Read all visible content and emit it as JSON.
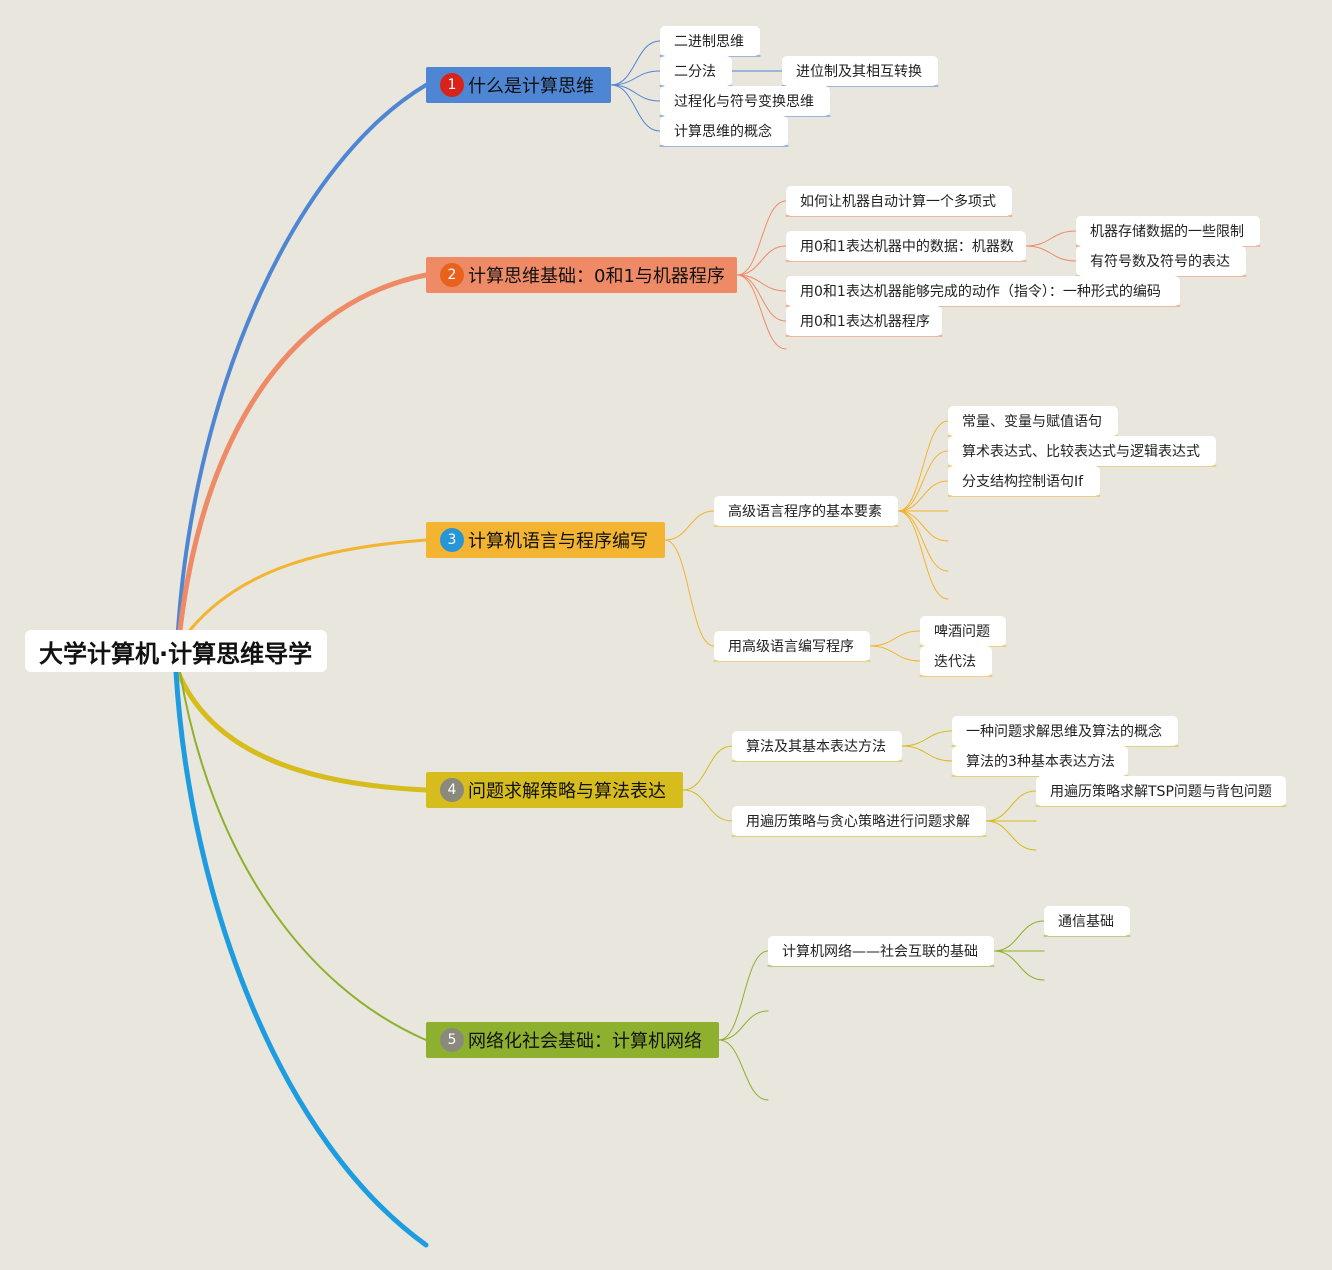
{
  "root": {
    "label": "大学计算机·计算思维导学"
  },
  "branches": [
    {
      "label": "什么是计算思维",
      "badge": "1",
      "color": "#4f86d3",
      "badge_color": "#d9231a",
      "children": [
        {
          "label": "二进制思维"
        },
        {
          "label": "二分法",
          "children": [
            {
              "label": "进位制及其相互转换"
            }
          ]
        },
        {
          "label": "过程化与符号变换思维"
        },
        {
          "label": "计算思维的概念"
        }
      ]
    },
    {
      "label": "计算思维基础：0和1与机器程序",
      "badge": "2",
      "color": "#ef8a66",
      "badge_color": "#e8621e",
      "children": [
        {
          "label": "如何让机器自动计算一个多项式"
        },
        {
          "label": "用0和1表达机器中的数据：机器数",
          "children": [
            {
              "label": "机器存储数据的一些限制"
            },
            {
              "label": "有符号数及符号的表达"
            }
          ]
        },
        {
          "label": "用0和1表达机器能够完成的动作（指令）：一种形式的编码"
        },
        {
          "label": "用0和1表达机器程序"
        }
      ]
    },
    {
      "label": "计算机语言与程序编写",
      "badge": "3",
      "color": "#f2b431",
      "badge_color": "#2796d6",
      "children": [
        {
          "label": "高级语言程序的基本要素",
          "children": [
            {
              "label": "常量、变量与赋值语句"
            },
            {
              "label": "算术表达式、比较表达式与逻辑表达式"
            },
            {
              "label": "分支结构控制语句If"
            }
          ]
        },
        {
          "label": "用高级语言编写程序",
          "children": [
            {
              "label": "啤酒问题"
            },
            {
              "label": "迭代法"
            }
          ]
        }
      ]
    },
    {
      "label": "问题求解策略与算法表达",
      "badge": "4",
      "color": "#d6bc1c",
      "badge_color": "#8a8a7c",
      "children": [
        {
          "label": "算法及其基本表达方法",
          "children": [
            {
              "label": "一种问题求解思维及算法的概念"
            },
            {
              "label": "算法的3种基本表达方法"
            }
          ]
        },
        {
          "label": "用遍历策略与贪心策略进行问题求解",
          "children": [
            {
              "label": "用遍历策略求解TSP问题与背包问题"
            }
          ]
        }
      ]
    },
    {
      "label": "网络化社会基础：计算机网络",
      "badge": "5",
      "color": "#8db02e",
      "badge_color": "#8a8a7c",
      "children": [
        {
          "label": "计算机网络——社会互联的基础",
          "children": [
            {
              "label": "通信基础"
            }
          ]
        }
      ]
    },
    {
      "label": "",
      "color": "#1d9de0"
    }
  ]
}
